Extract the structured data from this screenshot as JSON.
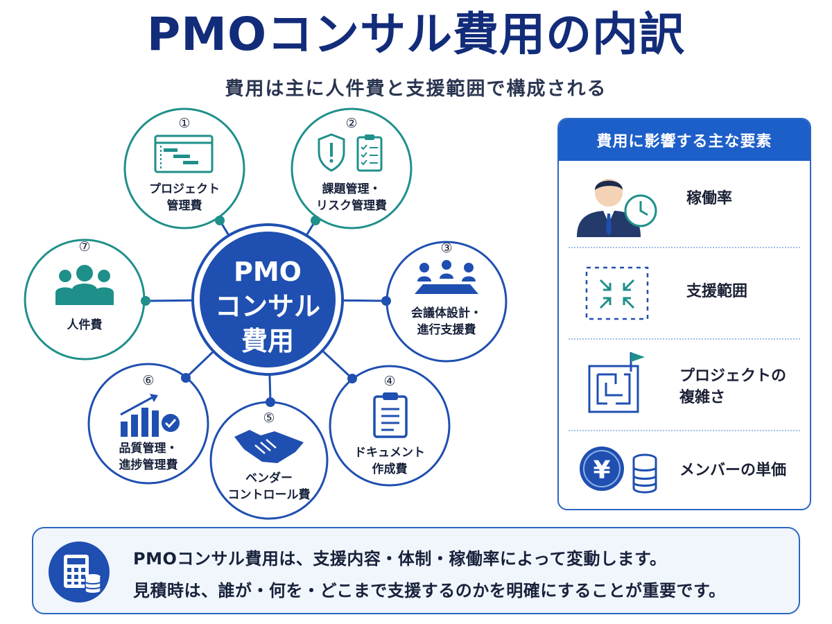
{
  "header": {
    "title": "PMOコンサル費用の内訳",
    "subtitle": "費用は主に人件費と支援範囲で構成される"
  },
  "center": {
    "label_lines": [
      "PMO",
      "コンサル",
      "費用"
    ],
    "color": "#1f4fb0"
  },
  "nodes": [
    {
      "number": "①",
      "label_lines": [
        "プロジェクト",
        "管理費"
      ],
      "icon": "gantt-chart-icon",
      "color": "#1f8f8a"
    },
    {
      "number": "②",
      "label_lines": [
        "課題管理・",
        "リスク管理費"
      ],
      "icon": "shield-checklist-icon",
      "color": "#1f8f8a"
    },
    {
      "number": "③",
      "label_lines": [
        "会議体設計・",
        "進行支援費"
      ],
      "icon": "meeting-table-icon",
      "color": "#1f4fb0"
    },
    {
      "number": "④",
      "label_lines": [
        "ドキュメント",
        "作成費"
      ],
      "icon": "clipboard-document-icon",
      "color": "#1f4fb0"
    },
    {
      "number": "⑤",
      "label_lines": [
        "ベンダー",
        "コントロール費"
      ],
      "icon": "handshake-icon",
      "color": "#1f4fb0"
    },
    {
      "number": "⑥",
      "label_lines": [
        "品質管理・",
        "進捗管理費"
      ],
      "icon": "bar-chart-check-icon",
      "color": "#1f4fb0"
    },
    {
      "number": "⑦",
      "label_lines": [
        "人件費"
      ],
      "icon": "people-group-icon",
      "color": "#1f8f8a"
    }
  ],
  "panel": {
    "title": "費用に影響する主な要素",
    "items": [
      {
        "label_lines": [
          "稼働率"
        ],
        "icon": "businessman-clock-icon"
      },
      {
        "label_lines": [
          "支援範囲"
        ],
        "icon": "scope-arrows-icon"
      },
      {
        "label_lines": [
          "プロジェクトの",
          "複雑さ"
        ],
        "icon": "maze-flag-icon"
      },
      {
        "label_lines": [
          "メンバーの単価"
        ],
        "icon": "yen-coins-icon"
      }
    ]
  },
  "footer": {
    "lines": [
      "PMOコンサル費用は、支援内容・体制・稼働率によって変動します。",
      "見積時は、誰が・何を・どこまで支援するのかを明確にすることが重要です。"
    ],
    "icon": "calculator-coins-icon"
  },
  "colors": {
    "navy": "#122c7a",
    "blue": "#1f4fb0",
    "teal": "#1f8f8a",
    "panel_head": "#1d5fc9"
  }
}
